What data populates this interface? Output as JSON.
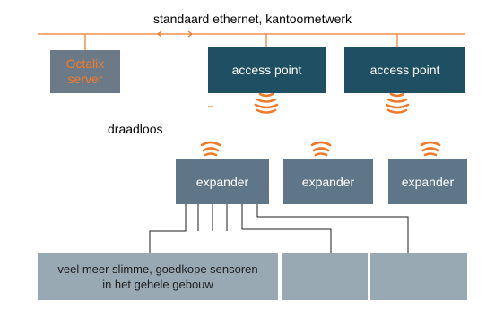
{
  "network": {
    "ethernet_label": "standaard ethernet, kantoornetwerk",
    "wireless_label": "draadloos"
  },
  "server": {
    "line1": "Octalix",
    "line2": "server"
  },
  "access_points": [
    {
      "label": "access point"
    },
    {
      "label": "access point"
    }
  ],
  "expanders": [
    {
      "label": "expander"
    },
    {
      "label": "expander"
    },
    {
      "label": "expander"
    }
  ],
  "sensors": {
    "line1": "veel meer slimme, goedkope sensoren",
    "line2": "in het gehele gebouw"
  },
  "colors": {
    "ethernet_line": "#f07a2a",
    "server_box": "#6b7a86",
    "server_text": "#f07a2a",
    "access_point_box": "#1f4f62",
    "expander_box": "#5e7687",
    "sensor_box": "#99a9b4",
    "wifi_icon": "#f07a2a"
  },
  "icons": {
    "wireless": "wifi-signal-icon",
    "arrow": "double-arrow-icon"
  }
}
